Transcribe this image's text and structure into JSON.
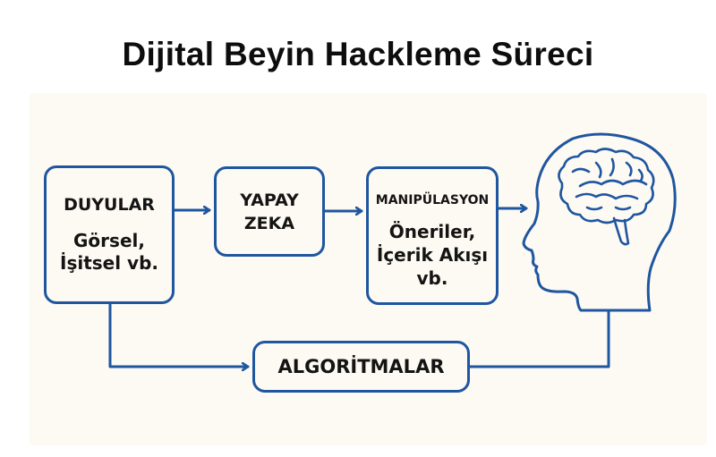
{
  "title": "Dijital Beyin Hackleme Süreci",
  "colors": {
    "accent": "#1f56a0",
    "panel_background": "#fdfaf3",
    "text": "#141414"
  },
  "nodes": {
    "senses": {
      "heading": "DUYULAR",
      "lines": [
        "Görsel,",
        "İşitsel vb."
      ]
    },
    "ai": {
      "heading_lines": [
        "YAPAY",
        "ZEKA"
      ]
    },
    "manipulation": {
      "heading": "MANIPÜLASYON",
      "lines": [
        "Öneriler,",
        "İçerik Akışı",
        "vb."
      ]
    },
    "algorithms": {
      "heading": "ALGORİTMALAR"
    },
    "brain": {
      "icon": "head-with-brain-icon"
    }
  },
  "edges": [
    {
      "from": "senses",
      "to": "ai",
      "type": "arrow"
    },
    {
      "from": "ai",
      "to": "manipulation",
      "type": "arrow"
    },
    {
      "from": "manipulation",
      "to": "brain",
      "type": "arrow"
    },
    {
      "from": "senses",
      "to": "algorithms",
      "type": "arrow"
    },
    {
      "from": "algorithms",
      "to": "brain",
      "type": "line"
    }
  ]
}
